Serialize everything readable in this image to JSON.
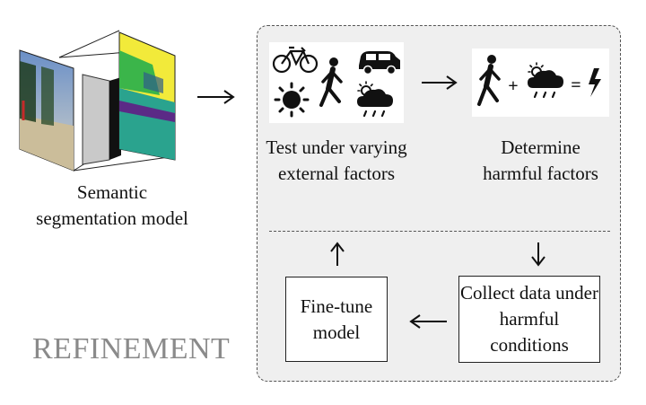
{
  "model_label": "Semantic segmentation model",
  "refinement_label": "REFINEMENT",
  "steps": {
    "test": "Test under varying external factors",
    "determine": "Determine harmful factors",
    "collect": "Collect data under harmful conditions",
    "finetune": "Fine-tune model"
  },
  "factor_icons": [
    "bicycle-icon",
    "pedestrian-icon",
    "car-icon",
    "sun-icon",
    "rain-cloud-icon"
  ],
  "harmful_equation": {
    "plus": "+",
    "equals": "="
  },
  "colors": {
    "panel_bg": "#efefef",
    "panel_border": "#555555",
    "refinement_text": "#8a8a8a",
    "seg_yellow": "#f2ea3a",
    "seg_teal": "#2aa38e"
  }
}
